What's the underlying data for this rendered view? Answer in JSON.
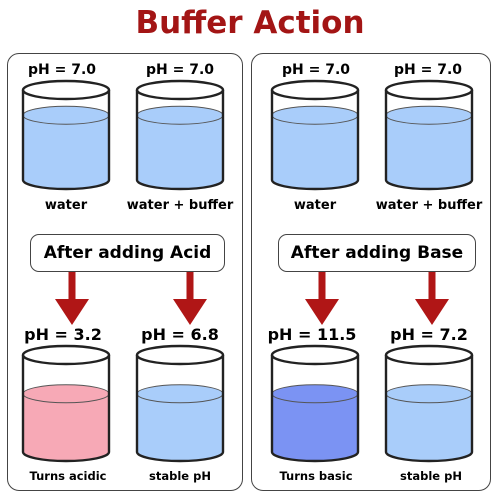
{
  "title": "Buffer Action",
  "colors": {
    "title": "#a31515",
    "arrow": "#b01616",
    "water": "#a9cdfa",
    "acidic": "#f7a9b6",
    "basic": "#7b93f3",
    "outline": "#222222"
  },
  "panels": [
    {
      "action": "After adding Acid",
      "beakers": [
        {
          "before_ph": "pH = 7.0",
          "before_label": "water",
          "before_fill": 0.72,
          "after_ph": "pH = 3.2",
          "after_label": "Turns acidic",
          "after_color": "acidic",
          "after_fill": 0.6
        },
        {
          "before_ph": "pH = 7.0",
          "before_label": "water + buffer",
          "before_fill": 0.72,
          "after_ph": "pH = 6.8",
          "after_label": "stable pH",
          "after_color": "water",
          "after_fill": 0.6
        }
      ]
    },
    {
      "action": "After adding Base",
      "beakers": [
        {
          "before_ph": "pH = 7.0",
          "before_label": "water",
          "before_fill": 0.72,
          "after_ph": "pH = 11.5",
          "after_label": "Turns basic",
          "after_color": "basic",
          "after_fill": 0.6
        },
        {
          "before_ph": "pH = 7.0",
          "before_label": "water + buffer",
          "before_fill": 0.72,
          "after_ph": "pH = 7.2",
          "after_label": "stable pH",
          "after_color": "water",
          "after_fill": 0.6
        }
      ]
    }
  ]
}
